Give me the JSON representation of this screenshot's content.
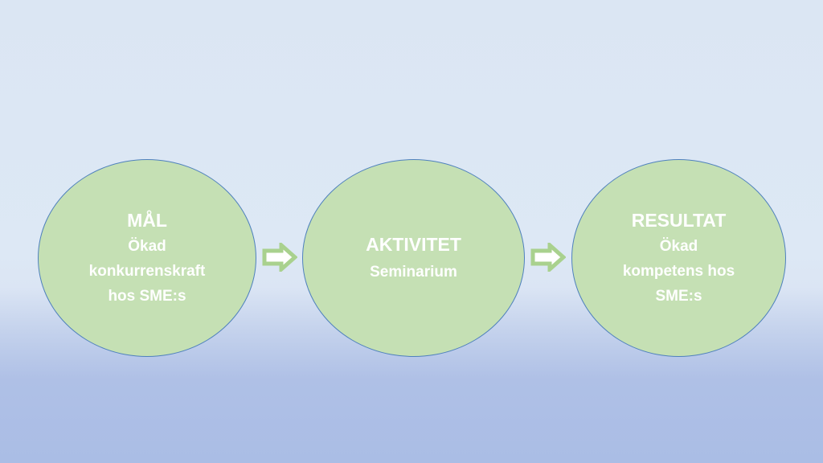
{
  "nodes": [
    {
      "title": "MÅL",
      "lines": [
        "Ökad",
        "konkurrenskraft",
        "hos SME:s"
      ]
    },
    {
      "title": "AKTIVITET",
      "lines": [
        "Seminarium"
      ]
    },
    {
      "title": "RESULTAT",
      "lines": [
        "Ökad",
        "kompetens hos",
        "SME:s"
      ]
    }
  ],
  "colors": {
    "node_fill": "#c5e0b4",
    "node_border": "#4f81bd",
    "arrow_fill": "#ffffff",
    "arrow_stroke": "#a9d18e",
    "text": "#ffffff"
  }
}
